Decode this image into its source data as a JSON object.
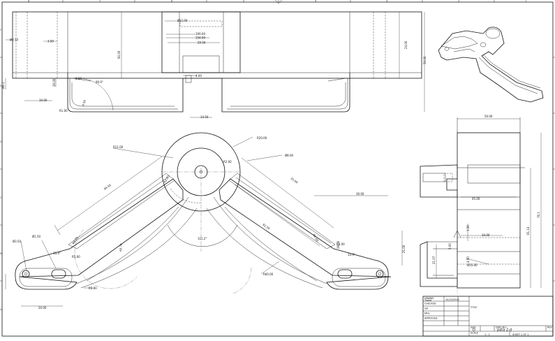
{
  "zones": {
    "top": [
      "8",
      "7",
      "6",
      "5",
      "4",
      "3",
      "2",
      "1"
    ],
    "side": [
      "F",
      "E",
      "D",
      "C",
      "B",
      "A"
    ]
  },
  "front_view": {
    "dims": [
      "Ø11.00",
      "190.00",
      "154.00",
      "29.50",
      "Ø3.50",
      "3.50",
      "92.00",
      "24.00",
      "50.00",
      "Ø8.1",
      "4.00",
      "26.00",
      "2.00",
      "90.0°",
      "10.00",
      "R1.00",
      "4.50",
      "14.50"
    ]
  },
  "main_view": {
    "dims": [
      "R11.00",
      "R20.00",
      "Ø8.00",
      "R2.00",
      "25.00",
      "30.00",
      "94.50",
      "62.50",
      "R2.00",
      "R2.00",
      "Ø3.50",
      "Ø1.50",
      "R5.00",
      "33.4°",
      "60.70",
      "R3.00",
      "111.2°",
      "R60.00",
      "21.00",
      "28.00",
      "33.4°",
      "20.00",
      "R5.00",
      "R3.00"
    ]
  },
  "side_view": {
    "dims": [
      "50.00",
      "45.00",
      "34.00",
      "76.1",
      "Ø35.00",
      "61.14",
      "1.50",
      "4.50",
      "21.07",
      "5.00"
    ]
  },
  "title_block": {
    "drawn_label": "DRAWN",
    "drawn_name": "Triplet",
    "drawn_date": "10/10/2016",
    "checked_label": "CHECKED",
    "qa_label": "QA",
    "mfg_label": "MFG",
    "approved_label": "APPROVED",
    "title_label": "TITLE",
    "size_label": "SIZE",
    "size_value": "D",
    "dwg_no_label": "DWG NO",
    "dwg_no_value": "pata 2-d",
    "rev_label": "REV",
    "scale_label": "SCALE",
    "scale_value": "1 : 1",
    "sheet_value": "SHEET 1 OF 1"
  }
}
